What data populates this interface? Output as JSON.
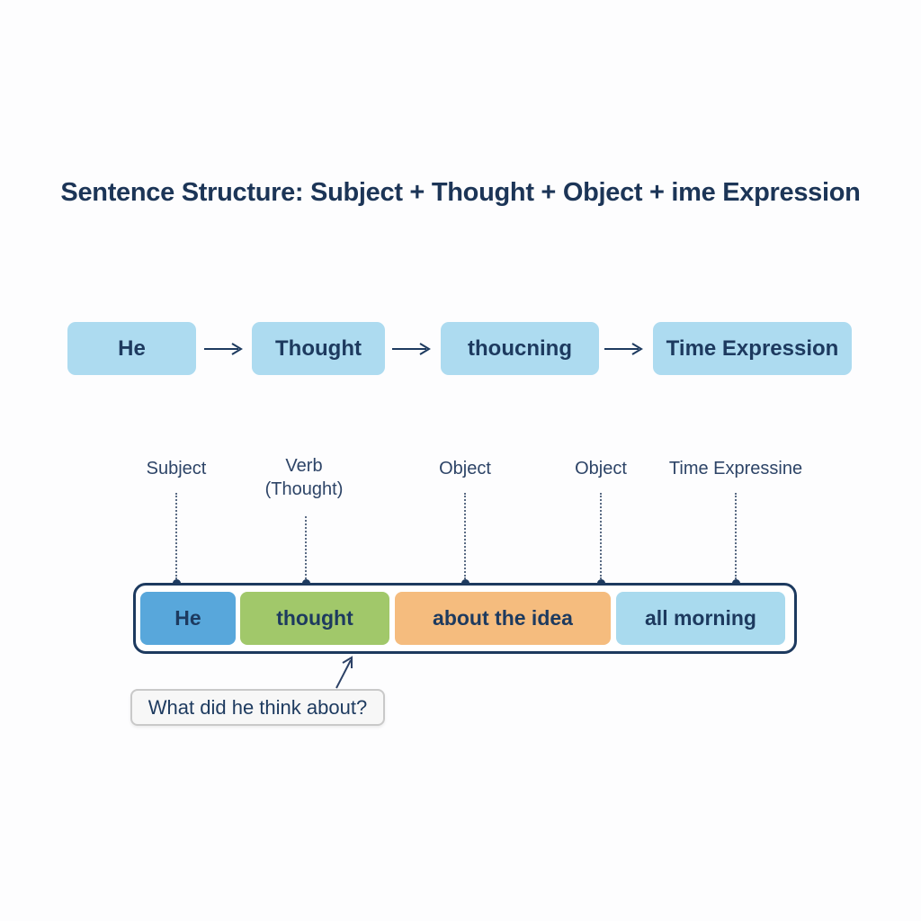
{
  "title": "Sentence Structure: Subject + Thought + Object + ime Expression",
  "colors": {
    "background": "#fdfdfe",
    "title_text": "#1c3557",
    "flow_box_fill": "#addbf0",
    "dark_navy_text": "#1d3a5f",
    "part_label_text": "#2d4467",
    "connector": "#5a6b84",
    "segment_blue": "#58a7db",
    "segment_green": "#a1c86a",
    "segment_orange": "#f5bc7e",
    "segment_lightblue": "#a9daee",
    "callout_fill": "#f7f7f7",
    "callout_border": "#c9c9c9"
  },
  "flow": {
    "boxes": [
      {
        "label": "He"
      },
      {
        "label": "Thought"
      },
      {
        "label": "thoucning"
      },
      {
        "label": "Time Expression"
      }
    ],
    "arrow_icon": "arrow-right"
  },
  "part_labels": [
    {
      "text": "Subject"
    },
    {
      "text": "Verb",
      "subtext": "(Thought)"
    },
    {
      "text": "Object"
    },
    {
      "text": "Object"
    },
    {
      "text": "Time Expressine"
    }
  ],
  "sentence_bar": {
    "segments": [
      {
        "text": "He",
        "color": "#58a7db"
      },
      {
        "text": "thought",
        "color": "#a1c86a"
      },
      {
        "text": "about the idea",
        "color": "#f5bc7e"
      },
      {
        "text": "all morning",
        "color": "#a9daee"
      }
    ]
  },
  "callout": {
    "text": "What did he think about?"
  }
}
